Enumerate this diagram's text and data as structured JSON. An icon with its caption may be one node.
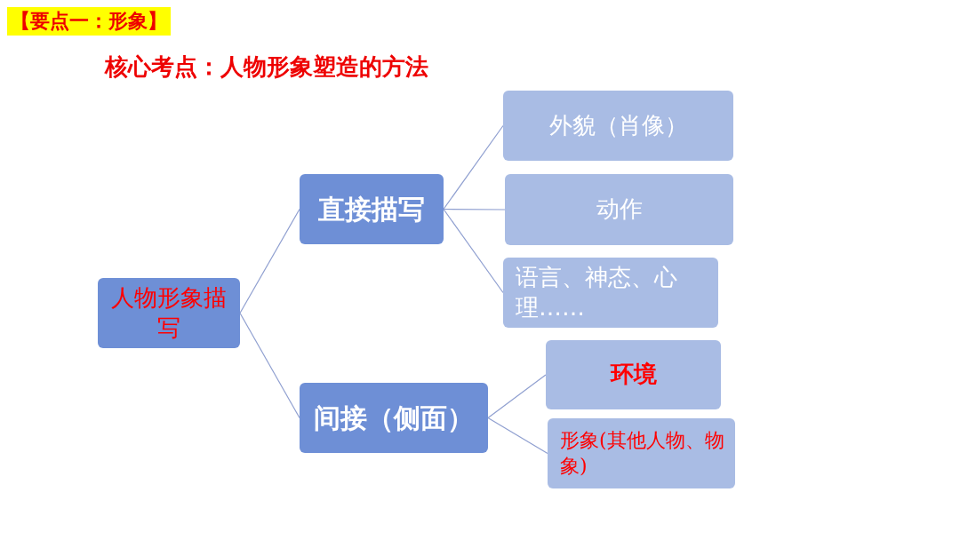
{
  "diagram": {
    "title": "核心考点：人物形象塑造的方法",
    "nodes": [
      {
        "text": [
          "人物形象描写"
        ]
      },
      {
        "text": [
          "直接描写"
        ]
      },
      {
        "text": [
          "间接（侧面）"
        ]
      },
      {
        "text": [
          "外貌（肖像）"
        ]
      },
      {
        "text": [
          "动作"
        ]
      },
      {
        "text": [
          "语言、神态、心理……"
        ]
      },
      {
        "text": [
          "环境"
        ]
      },
      {
        "text": [
          "形象(其他人物、物象)"
        ]
      }
    ],
    "edges": [
      {
        "from": 0,
        "to": 1,
        "arrow": "none"
      },
      {
        "from": 0,
        "to": 2,
        "arrow": "none"
      },
      {
        "from": 1,
        "to": 3,
        "arrow": "none"
      },
      {
        "from": 1,
        "to": 4,
        "arrow": "none"
      },
      {
        "from": 1,
        "to": 5,
        "arrow": "none"
      },
      {
        "from": 2,
        "to": 6,
        "arrow": "none"
      },
      {
        "from": 2,
        "to": 7,
        "arrow": "none"
      }
    ],
    "labels": [
      "【要点一：形象】"
    ]
  }
}
